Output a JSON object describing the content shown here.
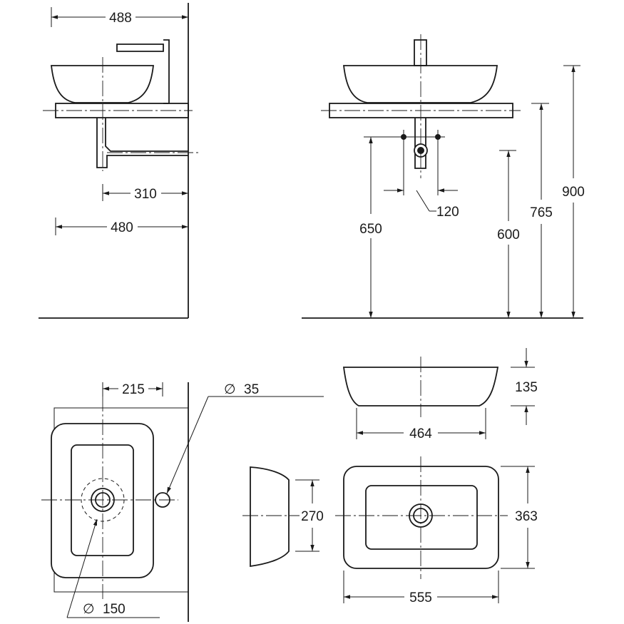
{
  "side_view": {
    "dim_width_total": "488",
    "dim_trap_depth": "310",
    "dim_shelf_depth": "480"
  },
  "front_view": {
    "dim_pipe_spacing": "120",
    "dim_outlet_height": "650",
    "dim_trap_height": "600",
    "dim_shelf_height": "765",
    "dim_total_height": "900"
  },
  "plan_view": {
    "dim_offset": "215",
    "dim_tap_hole": "35",
    "dim_waste_circle": "150",
    "diameter_symbol": "∅"
  },
  "basin_views": {
    "dim_basin_height": "135",
    "dim_base_width": "464",
    "dim_depth": "270",
    "dim_overall_depth": "363",
    "dim_overall_width": "555"
  }
}
